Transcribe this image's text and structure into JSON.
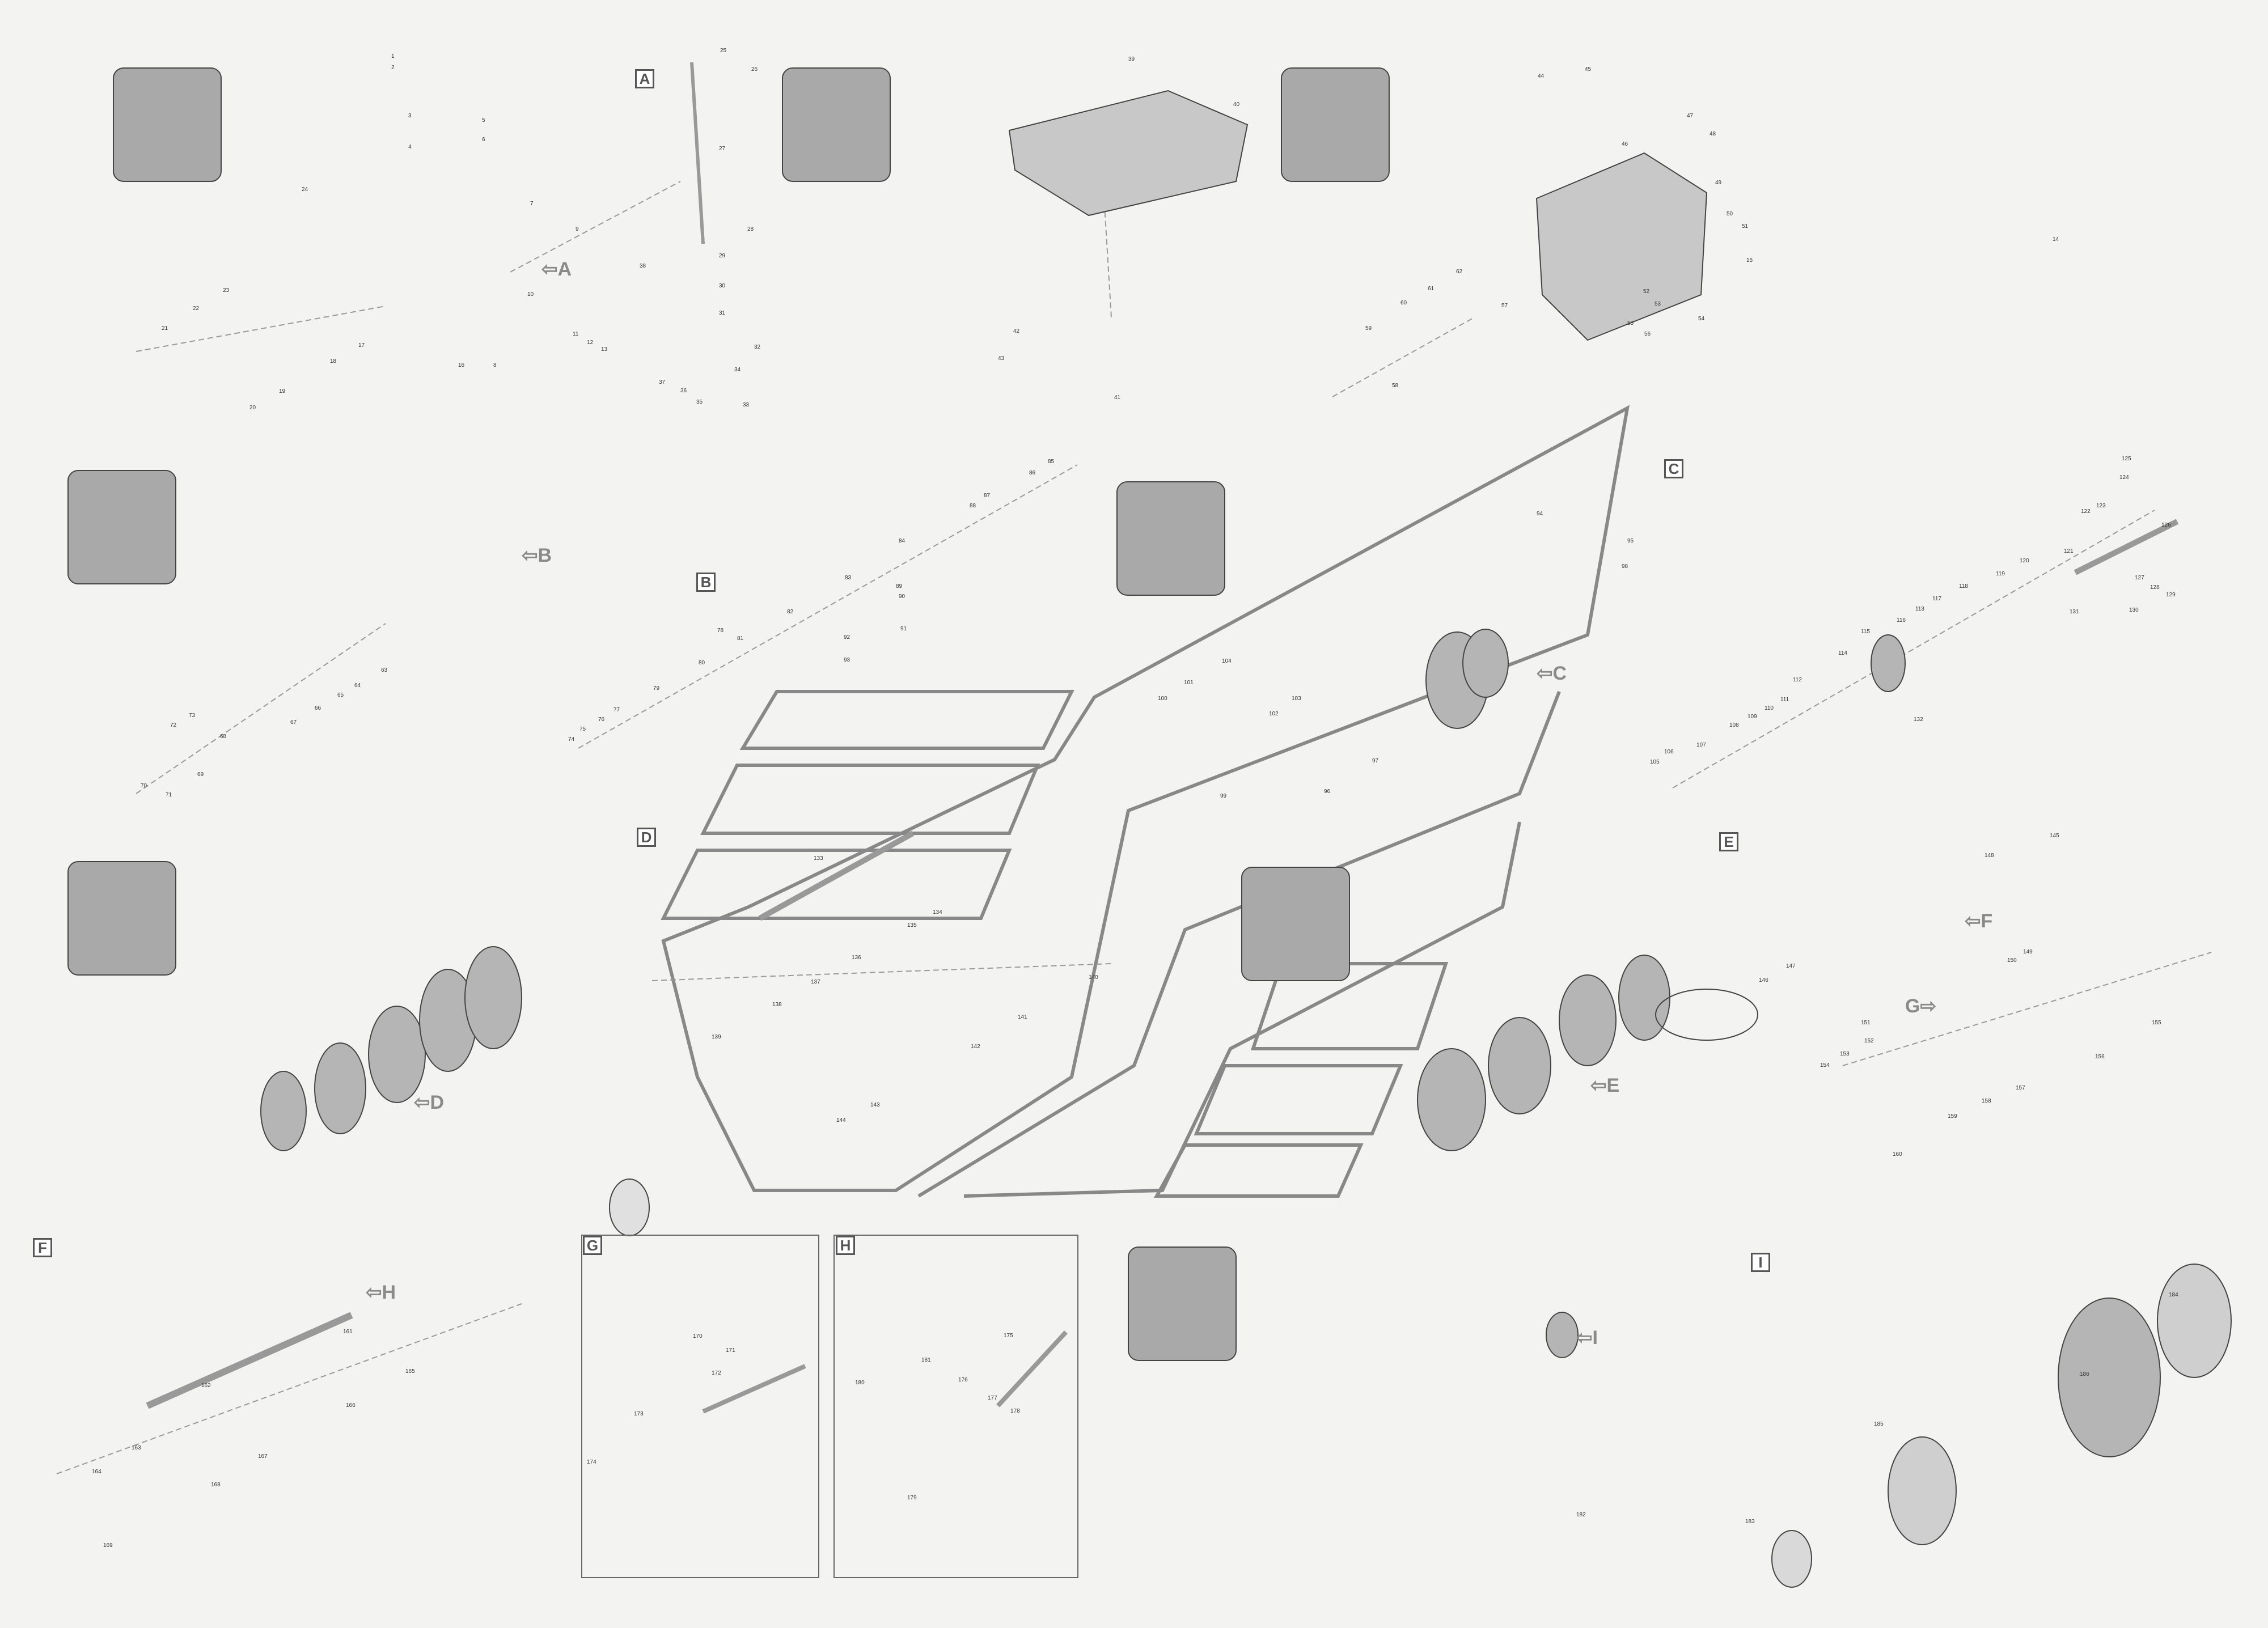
{
  "sections": [
    "A",
    "B",
    "C",
    "D",
    "E",
    "F",
    "G",
    "H",
    "I"
  ],
  "callouts": [
    "A",
    "B",
    "C",
    "D",
    "E",
    "F",
    "G",
    "H",
    "I"
  ],
  "colors": {
    "background": "#f3f3f1",
    "line": "#777777",
    "frame": "#666666",
    "part": "#bdbdbd"
  },
  "labels": {
    "p1": "1",
    "p2": "2",
    "p3": "3",
    "p4": "4",
    "p5": "5",
    "p6": "6",
    "p7": "7",
    "p8": "8",
    "p9": "9",
    "p10": "10",
    "p11": "11",
    "p12": "12",
    "p13": "13",
    "p14": "14",
    "p15": "15",
    "p16": "16",
    "p17": "17",
    "p18": "18",
    "p19": "19",
    "p20": "20",
    "p21": "21",
    "p22": "22",
    "p23": "23",
    "p24": "24",
    "p25": "25",
    "p26": "26",
    "p27": "27",
    "p28": "28",
    "p29": "29",
    "p30": "30",
    "p31": "31",
    "p32": "32",
    "p33": "33",
    "p34": "34",
    "p35": "35",
    "p36": "36",
    "p37": "37",
    "p38": "38",
    "p39": "39",
    "p40": "40",
    "p41": "41",
    "p42": "42",
    "p43": "43",
    "p44": "44",
    "p45": "45",
    "p46": "46",
    "p47": "47",
    "p48": "48",
    "p49": "49",
    "p50": "50",
    "p51": "51",
    "p52": "52",
    "p53": "53",
    "p54": "54",
    "p55": "55",
    "p56": "56",
    "p57": "57",
    "p58": "58",
    "p59": "59",
    "p60": "60",
    "p61": "61",
    "p62": "62",
    "p63": "63",
    "p64": "64",
    "p65": "65",
    "p66": "66",
    "p67": "67",
    "p68": "68",
    "p69": "69",
    "p70": "70",
    "p71": "71",
    "p72": "72",
    "p73": "73",
    "p74": "74",
    "p75": "75",
    "p76": "76",
    "p77": "77",
    "p78": "78",
    "p79": "79",
    "p80": "80",
    "p81": "81",
    "p82": "82",
    "p83": "83",
    "p84": "84",
    "p85": "85",
    "p86": "86",
    "p87": "87",
    "p88": "88",
    "p89": "89",
    "p90": "90",
    "p91": "91",
    "p92": "92",
    "p93": "93",
    "p94": "94",
    "p95": "95",
    "p96": "96",
    "p97": "97",
    "p98": "98",
    "p99": "99",
    "p100": "100",
    "p101": "101",
    "p102": "102",
    "p103": "103",
    "p104": "104",
    "p105": "105",
    "p106": "106",
    "p107": "107",
    "p108": "108",
    "p109": "109",
    "p110": "110",
    "p111": "111",
    "p112": "112",
    "p113": "113",
    "p114": "114",
    "p115": "115",
    "p116": "116",
    "p117": "117",
    "p118": "118",
    "p119": "119",
    "p120": "120",
    "p121": "121",
    "p122": "122",
    "p123": "123",
    "p124": "124",
    "p125": "125",
    "p126": "126",
    "p127": "127",
    "p128": "128",
    "p129": "129",
    "p130": "130",
    "p131": "131",
    "p132": "132",
    "p133": "133",
    "p134": "134",
    "p135": "135",
    "p136": "136",
    "p137": "137",
    "p138": "138",
    "p139": "139",
    "p140": "140",
    "p141": "141",
    "p142": "142",
    "p143": "143",
    "p144": "144",
    "p145": "145",
    "p146": "146",
    "p147": "147",
    "p148": "148",
    "p149": "149",
    "p150": "150",
    "p151": "151",
    "p152": "152",
    "p153": "153",
    "p154": "154",
    "p155": "155",
    "p156": "156",
    "p157": "157",
    "p158": "158",
    "p159": "159",
    "p160": "160",
    "p161": "161",
    "p162": "162",
    "p163": "163",
    "p164": "164",
    "p165": "165",
    "p166": "166",
    "p167": "167",
    "p168": "168",
    "p169": "169",
    "p170": "170",
    "p171": "171",
    "p172": "172",
    "p173": "173",
    "p174": "174",
    "p175": "175",
    "p176": "176",
    "p177": "177",
    "p178": "178",
    "p179": "179",
    "p180": "180",
    "p181": "181",
    "p182": "182",
    "p183": "183",
    "p184": "184",
    "p185": "185",
    "p186": "186"
  }
}
